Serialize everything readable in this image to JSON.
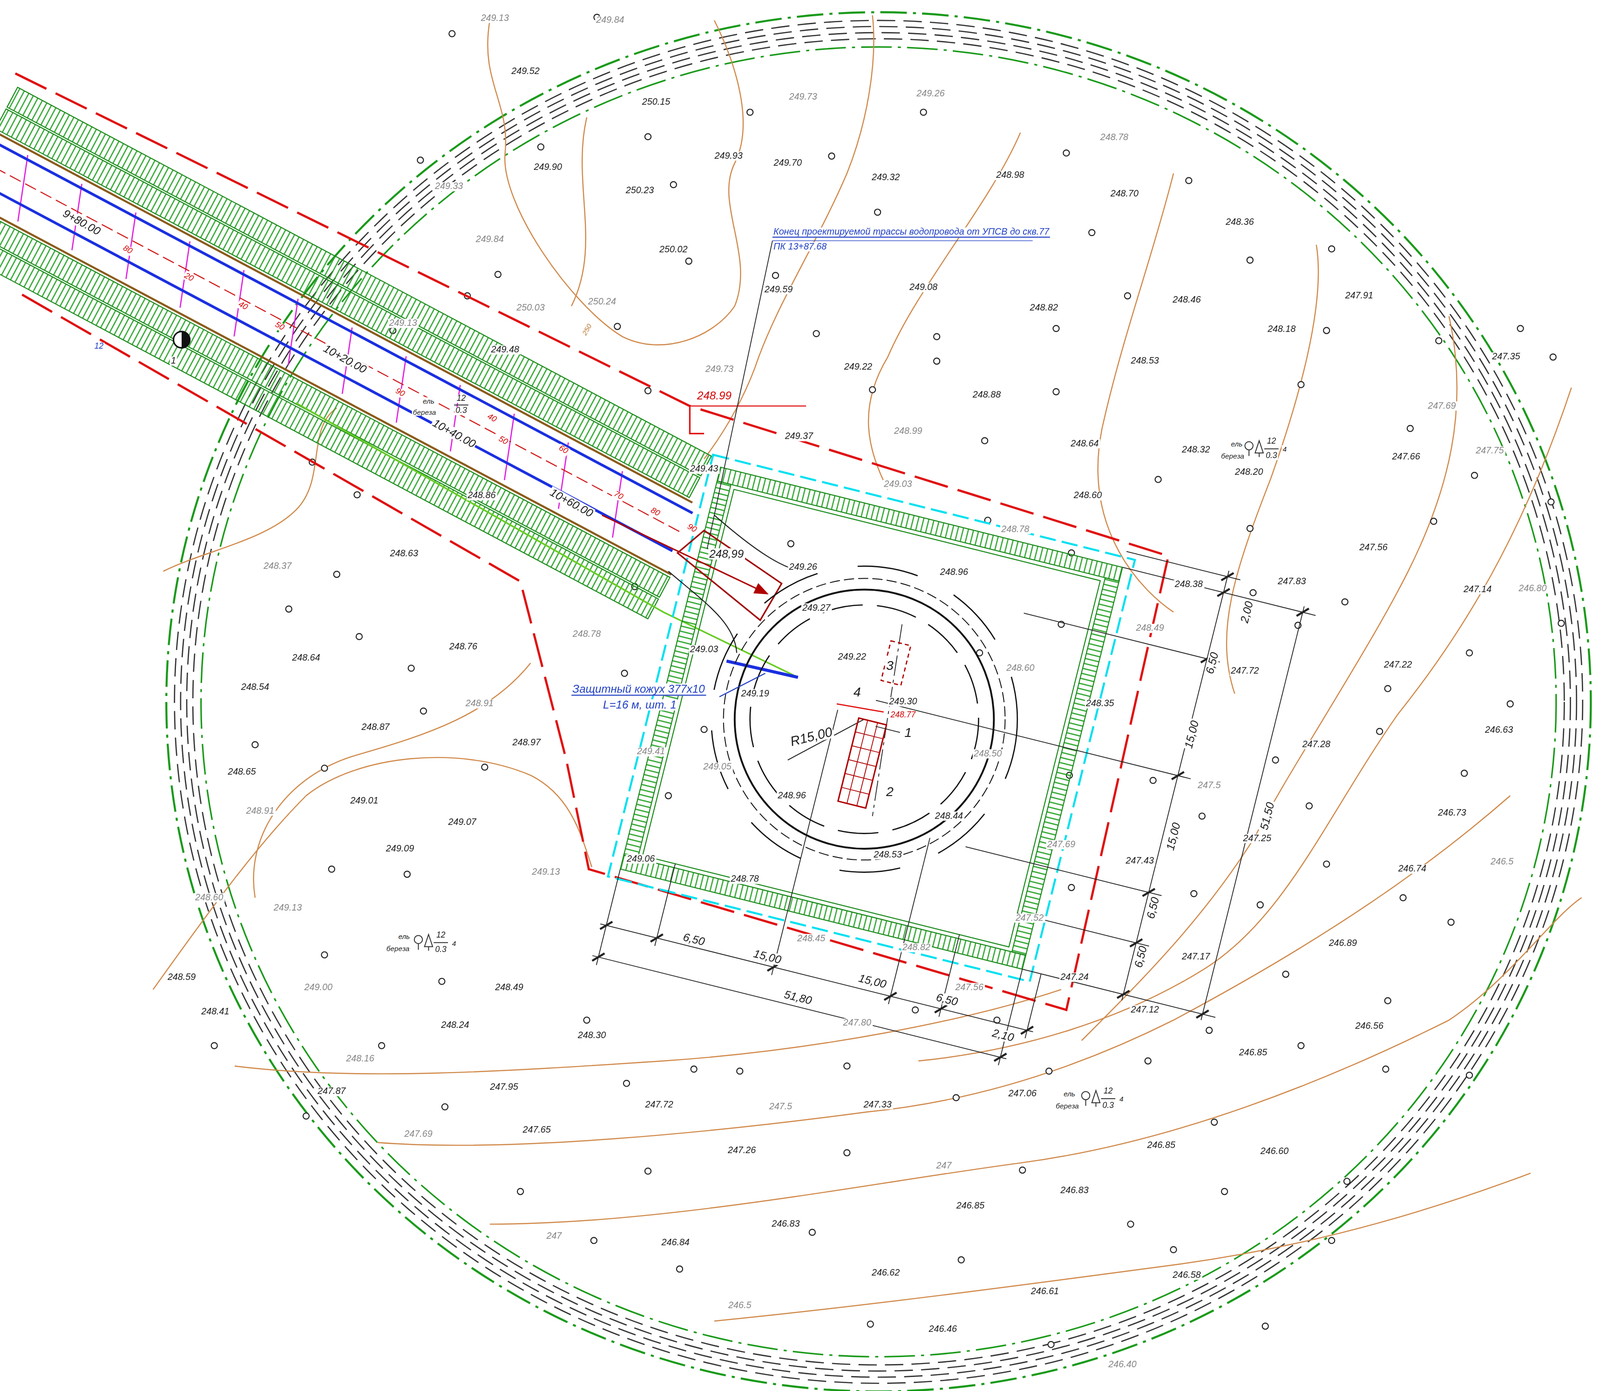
{
  "diagram": {
    "labels": [
      "249.13",
      "249.84",
      "249.52",
      "250.15",
      "249.73",
      "249.26",
      "248.78",
      "249.93",
      "249.70",
      "249.32",
      "248.98",
      "248.70",
      "248.36",
      "249.90",
      "249.33",
      "250.23",
      "250.02",
      "249.84",
      "249.59",
      "249.08",
      "248.82",
      "248.46",
      "247.91",
      "250.03",
      "250.24",
      "249.13",
      "248.18",
      "249.48",
      "249.22",
      "248.53",
      "249.73",
      "247.35",
      "248.88",
      "249.37",
      "248.99",
      "248.64",
      "247.69",
      "247.66",
      "247.75",
      "249.43",
      "249.03",
      "248.60",
      "248.20",
      "248.86",
      "248.78",
      "247.56",
      "248.37",
      "248.63",
      "249.26",
      "248.96",
      "248.38",
      "247.83",
      "247.14",
      "246.80",
      "249.27",
      "248.49",
      "248.78",
      "248.76",
      "248.64",
      "249.03",
      "249.22",
      "248.60",
      "247.72",
      "247.22",
      "248.54",
      "249.19",
      "249.30",
      "248.77",
      "248.35",
      "248.91",
      "248.87",
      "248.97",
      "247.28",
      "246.63",
      "249.41",
      "248.50",
      "248.65",
      "249.05",
      "248.96",
      "249.01",
      "248.91",
      "249.07",
      "248.44",
      "247.5",
      "247.25",
      "246.73",
      "249.09",
      "248.53",
      "247.69",
      "249.06",
      "247.43",
      "246.74",
      "246.5",
      "249.13",
      "248.78",
      "248.60",
      "249.13",
      "247.52",
      "248.45",
      "248.82",
      "247.17",
      "246.89",
      "248.59",
      "249.00",
      "248.49",
      "247.24",
      "247.56",
      "248.41",
      "247.12",
      "247.80",
      "248.24",
      "248.30",
      "246.56",
      "246.85",
      "248.16",
      "247.87",
      "247.95",
      "247.72",
      "247.5",
      "247.33",
      "247.06",
      "247.69",
      "247.65",
      "247.26",
      "246.85",
      "246.60",
      "247",
      "246.83",
      "246.85",
      "246.83",
      "247",
      "246.84",
      "246.62",
      "246.58",
      "246.61",
      "246.5",
      "246.46",
      "246.40",
      "250",
      "248.99",
      "248,99",
      "9+80.00",
      "10+20.00",
      "10+40.00",
      "10+60.00",
      "1",
      "12",
      "90",
      "80",
      "70",
      "60",
      "50",
      "40",
      "90",
      "50",
      "40",
      "20",
      "80",
      "Конец проектируемой трассы водопровода от УПСВ до скв.77",
      "ПК 13+87.68",
      "Защитный кожух 377x10",
      "L=16 м, шт. 1",
      "R15,00",
      "1",
      "2",
      "3",
      "4",
      "2,00",
      "6,50",
      "15,00",
      "15,00",
      "6,50",
      "6,50",
      "51,50",
      "6,50",
      "15,00",
      "51,80",
      "15,00",
      "6,50",
      "2,10",
      "ель",
      "береза",
      "12",
      "0.3",
      "4",
      "248.32",
      "ель",
      "береза",
      "12",
      "0.3",
      "4",
      "ель",
      "береза",
      "12",
      "0.3",
      "4",
      "ель",
      "береза",
      "12",
      "0.3"
    ]
  }
}
